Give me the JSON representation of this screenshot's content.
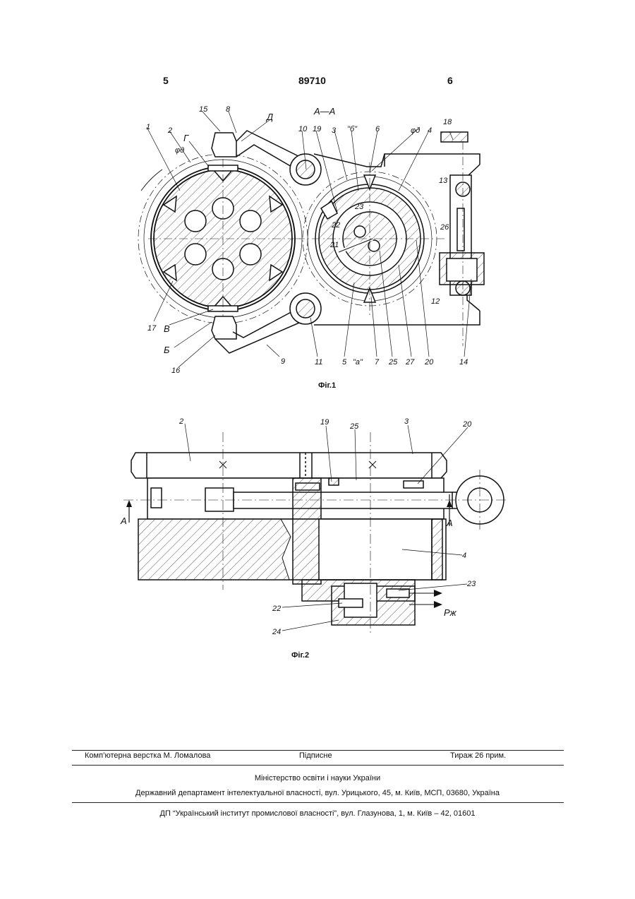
{
  "header": {
    "page_left": "5",
    "patent_number": "89710",
    "page_right": "6"
  },
  "figure1": {
    "caption": "Фіг.1",
    "section_title": "А—А",
    "labels": [
      "1",
      "2",
      "3",
      "4",
      "5",
      "6",
      "7",
      "8",
      "9",
      "10",
      "11",
      "12",
      "13",
      "14",
      "15",
      "16",
      "17",
      "18",
      "19",
      "20",
      "21",
      "22",
      "23",
      "25",
      "26",
      "27",
      "Г",
      "Д",
      "В",
      "Б",
      "\"б\"",
      "\"а\"",
      "φд",
      "φд"
    ]
  },
  "figure2": {
    "caption": "Фіг.2",
    "labels": [
      "2",
      "3",
      "4",
      "19",
      "20",
      "22",
      "23",
      "24",
      "25",
      "А",
      "А",
      "Рж"
    ]
  },
  "footer": {
    "composer": "Комп’ютерна верстка М. Ломалова",
    "signed": "Підписне",
    "circulation": "Тираж 26 прим.",
    "ministry": "Міністерство освіти і науки України",
    "department": "Державний департамент інтелектуальної власності, вул. Урицького, 45, м. Київ, МСП, 03680, Україна",
    "institute": "ДП “Український інститут промислової власності”, вул. Глазунова, 1, м. Київ – 42, 01601"
  }
}
